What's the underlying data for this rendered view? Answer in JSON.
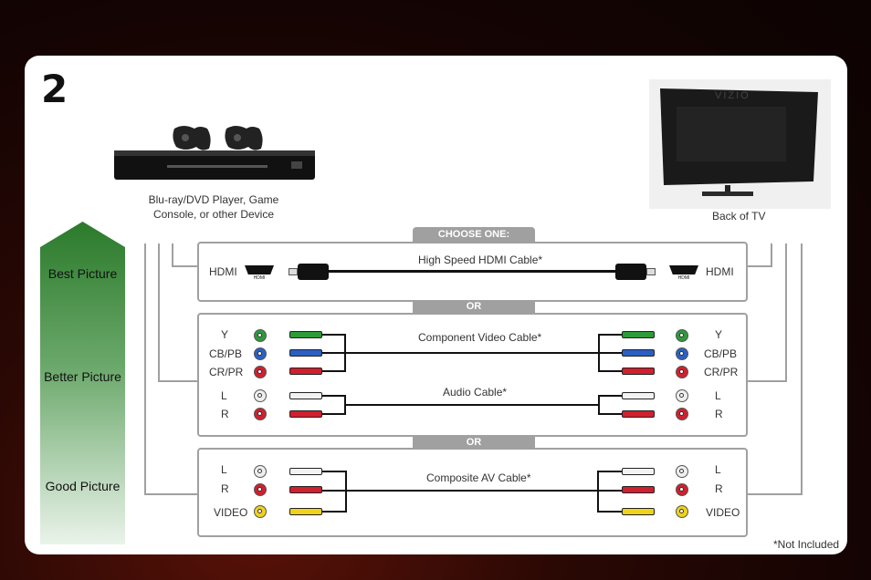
{
  "step_number": "2",
  "device_label": "Blu-ray/DVD Player, Game Console, or other Device",
  "tv_label": "Back of TV",
  "tv_brand": "VIZIO",
  "choose_one": "CHOOSE ONE:",
  "or_label": "OR",
  "quality": {
    "best": "Best Picture",
    "better": "Better Picture",
    "good": "Good Picture"
  },
  "hdmi": {
    "cable": "High Speed HDMI Cable*",
    "port_label": "HDMI",
    "logo_text": "HDMI"
  },
  "component": {
    "cable": "Component Video Cable*",
    "labels": [
      "Y",
      "CB/PB",
      "CR/PR"
    ]
  },
  "audio": {
    "cable": "Audio Cable*",
    "labels": [
      "L",
      "R"
    ]
  },
  "composite": {
    "cable": "Composite AV Cable*",
    "labels": [
      "L",
      "R",
      "VIDEO"
    ]
  },
  "footnote": "*Not Included",
  "colors": {
    "green": "#2e9a3a",
    "blue": "#2b5fc4",
    "red": "#d0202e",
    "white": "#f2f2f2",
    "yellow": "#f0d21a",
    "frame": "#a0a0a0",
    "arrow_top": "#2b7a2b"
  }
}
